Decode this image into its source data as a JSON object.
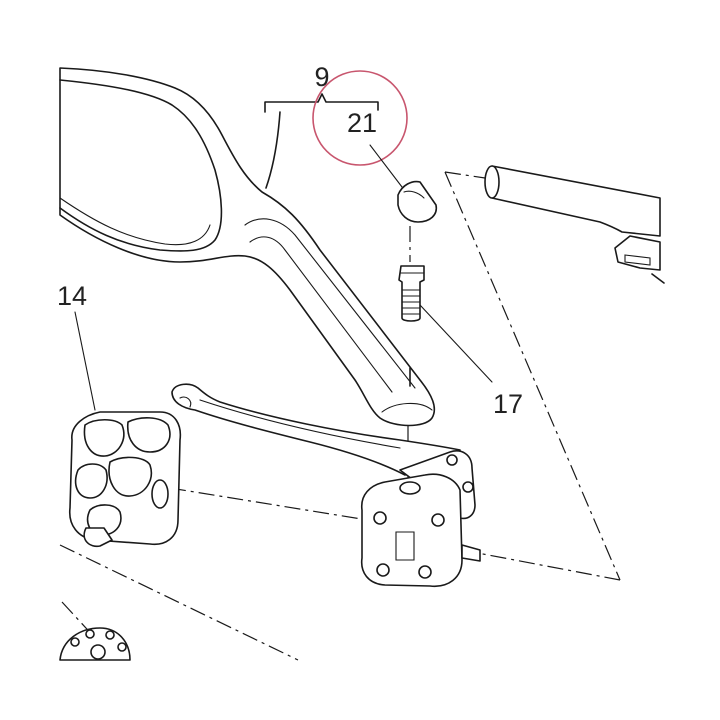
{
  "callouts": [
    "9",
    "21",
    "14",
    "17"
  ],
  "colors": {
    "line": "#1a1a1a",
    "highlight": "#c8566e"
  }
}
